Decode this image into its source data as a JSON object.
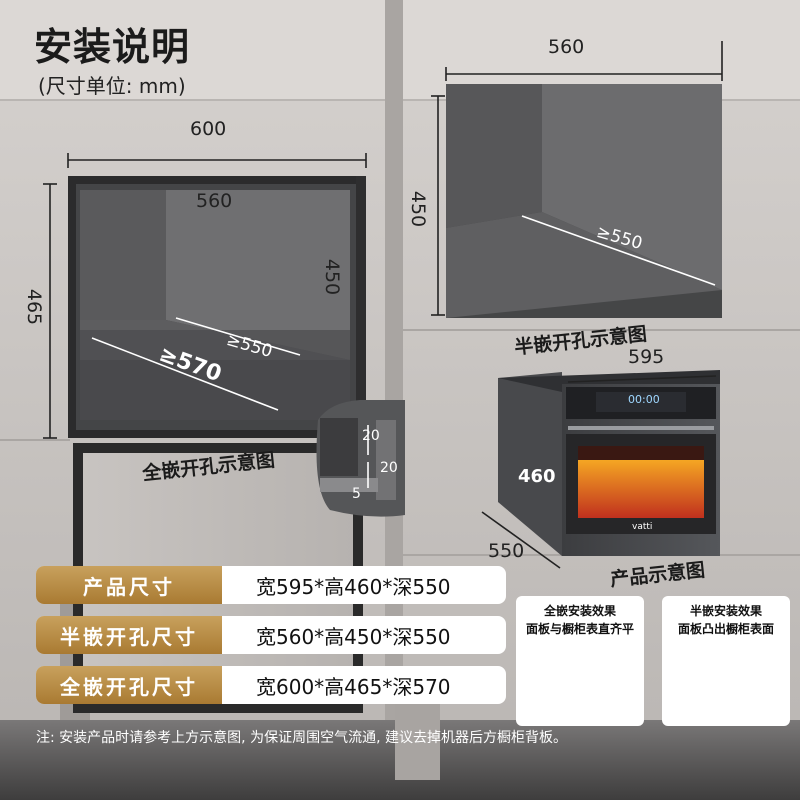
{
  "header": {
    "title": "安装说明",
    "unit": "(尺寸单位: mm)"
  },
  "full_embed": {
    "width": "600",
    "height": "465",
    "inner_width": "560",
    "inner_height": "450",
    "inner_depth": "≥550",
    "depth": "≥570",
    "caption": "全嵌开孔示意图",
    "detail": {
      "gap_top": "20",
      "gap_side": "20",
      "gap_bottom": "5"
    }
  },
  "half_embed": {
    "width": "560",
    "height": "450",
    "depth": "≥550",
    "caption": "半嵌开孔示意图"
  },
  "product": {
    "width": "595",
    "height": "460",
    "depth": "550",
    "caption": "产品示意图",
    "brand": "vatti",
    "display_time": "00:00"
  },
  "specs": [
    {
      "label": "产品尺寸",
      "value": "宽595*高460*深550"
    },
    {
      "label": "半嵌开孔尺寸",
      "value": "宽560*高450*深550"
    },
    {
      "label": "全嵌开孔尺寸",
      "value": "宽600*高465*深570"
    }
  ],
  "effects": [
    {
      "title": "全嵌安装效果",
      "desc": "面板与橱柜表直齐平"
    },
    {
      "title": "半嵌安装效果",
      "desc": "面板凸出橱柜表面"
    }
  ],
  "note": "注: 安装产品时请参考上方示意图, 为保证周围空气流通, 建议去掉机器后方橱柜背板。",
  "colors": {
    "gold": "#b88b45",
    "dark_gray": "#5a5a5b",
    "cabinet": "#cbc7c5",
    "red": "#d62d2d"
  }
}
